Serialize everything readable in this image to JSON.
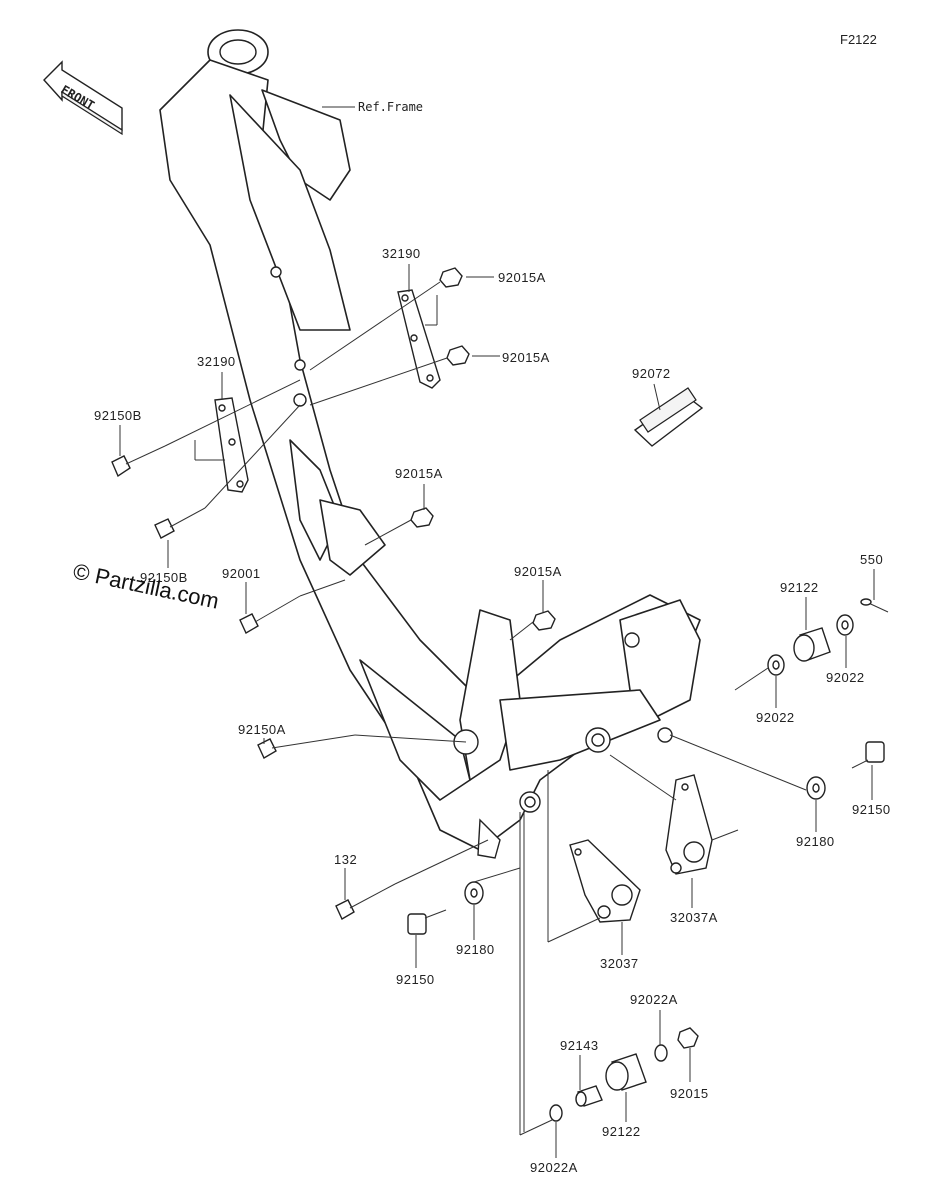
{
  "figure_code": "F2122",
  "front_label": "FRONT",
  "ref_frame_label": "Ref.Frame",
  "watermark": "© Partzilla.com",
  "parts": {
    "p32190_top": "32190",
    "p32190_left": "32190",
    "p92015A_1": "92015A",
    "p92015A_2": "92015A",
    "p92015A_3": "92015A",
    "p92015A_4": "92015A",
    "p92072": "92072",
    "p92150B_1": "92150B",
    "p92150B_2": "92150B",
    "p92001": "92001",
    "p550": "550",
    "p92122_right": "92122",
    "p92022_a": "92022",
    "p92022_b": "92022",
    "p92150A": "92150A",
    "p92150_right": "92150",
    "p92180_right": "92180",
    "p132": "132",
    "p92150_bottom": "92150",
    "p92180_bottom": "92180",
    "p32037": "32037",
    "p32037A": "32037A",
    "p92022A_top": "92022A",
    "p92143": "92143",
    "p92015": "92015",
    "p92122_bottom": "92122",
    "p92022A_bottom": "92022A"
  }
}
